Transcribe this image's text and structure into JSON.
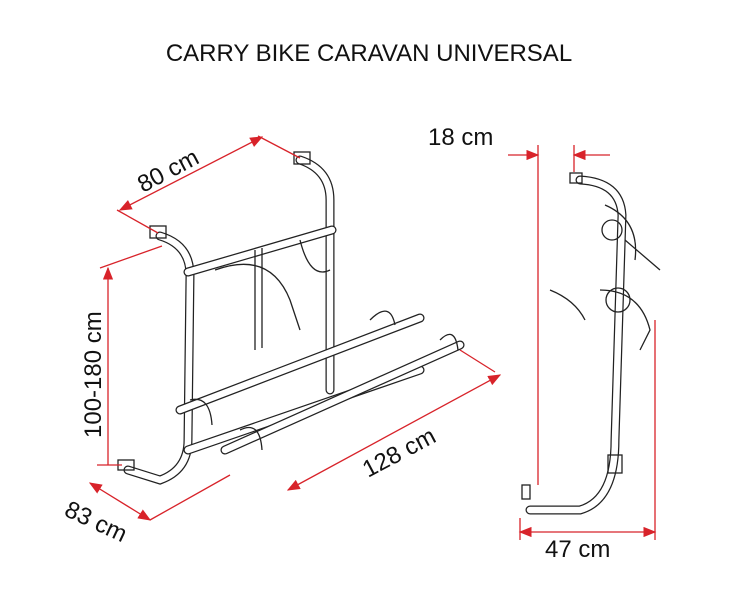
{
  "title": "CARRY BIKE CARAVAN UNIVERSAL",
  "dimensions": {
    "width_top": "80 cm",
    "height": "100-180 cm",
    "length": "128 cm",
    "depth_bottom": "83 cm",
    "side_top": "18 cm",
    "side_bottom": "47 cm"
  },
  "colors": {
    "dimension_lines": "#d8232a",
    "drawing": "#222222"
  }
}
